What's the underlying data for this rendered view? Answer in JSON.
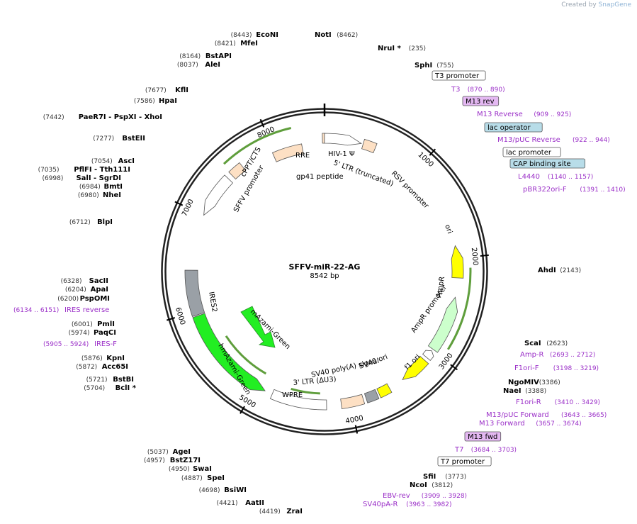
{
  "credit": {
    "prefix": "Created by",
    "brand": "SnapGene"
  },
  "plasmid": {
    "name": "SFFV-miR-22-AG",
    "length_label": "8542 bp",
    "total_bp": 8542
  },
  "ruler": [
    {
      "bp": 1000,
      "label": "1000"
    },
    {
      "bp": 2000,
      "label": "2000"
    },
    {
      "bp": 3000,
      "label": "3000"
    },
    {
      "bp": 4000,
      "label": "4000"
    },
    {
      "bp": 5000,
      "label": "5000"
    },
    {
      "bp": 6000,
      "label": "6000"
    },
    {
      "bp": 7000,
      "label": "7000"
    },
    {
      "bp": 8000,
      "label": "8000"
    }
  ],
  "colors": {
    "backbone": "#222222",
    "enzyme_text": "#000000",
    "pos_text": "#333333",
    "primer": "#9b30c8",
    "ori": "#ffff00",
    "ampr": "#ccffcc",
    "bright_green": "#22ee22",
    "ltr": "#fde0c4",
    "grey": "#9aa0a6",
    "white": "#ffffff",
    "protein_bind": "#b8dde9",
    "primer_box": "#e4b8f2",
    "orf_arrow": "#5f9e3c"
  },
  "enzymes": [
    {
      "name": "NotI",
      "pos": "(8462)",
      "side": "r"
    },
    {
      "name": "EcoNI",
      "pos": "(8443)",
      "side": "l"
    },
    {
      "name": "MfeI",
      "pos": "(8421)",
      "side": "l"
    },
    {
      "name": "BstAPI",
      "pos": "(8164)",
      "side": "l"
    },
    {
      "name": "AleI",
      "pos": "(8037)",
      "side": "l"
    },
    {
      "name": "KflI",
      "pos": "(7677)",
      "side": "l"
    },
    {
      "name": "HpaI",
      "pos": "(7586)",
      "side": "l"
    },
    {
      "name": "PaeR7I - PspXI - XhoI",
      "pos": "(7442)",
      "side": "l"
    },
    {
      "name": "BstEII",
      "pos": "(7277)",
      "side": "l"
    },
    {
      "name": "AscI",
      "pos": "(7054)",
      "side": "l"
    },
    {
      "name": "PflFI - Tth111I",
      "pos": "(7035)",
      "side": "l"
    },
    {
      "name": "SalI - SgrDI",
      "pos": "(6998)",
      "side": "l"
    },
    {
      "name": "BmtI",
      "pos": "(6984)",
      "side": "l"
    },
    {
      "name": "NheI",
      "pos": "(6980)",
      "side": "l"
    },
    {
      "name": "BlpI",
      "pos": "(6712)",
      "side": "l"
    },
    {
      "name": "SacII",
      "pos": "(6328)",
      "side": "l"
    },
    {
      "name": "ApaI",
      "pos": "(6204)",
      "side": "l"
    },
    {
      "name": "PspOMI",
      "pos": "(6200)",
      "side": "l"
    },
    {
      "name": "PmlI",
      "pos": "(6001)",
      "side": "l"
    },
    {
      "name": "PaqCI",
      "pos": "(5974)",
      "side": "l"
    },
    {
      "name": "KpnI",
      "pos": "(5876)",
      "side": "l"
    },
    {
      "name": "Acc65I",
      "pos": "(5872)",
      "side": "l"
    },
    {
      "name": "BstBI",
      "pos": "(5721)",
      "side": "l"
    },
    {
      "name": "BclI *",
      "pos": "(5704)",
      "side": "l"
    },
    {
      "name": "AgeI",
      "pos": "(5037)",
      "side": "l"
    },
    {
      "name": "BstZ17I",
      "pos": "(4957)",
      "side": "l"
    },
    {
      "name": "SwaI",
      "pos": "(4950)",
      "side": "l"
    },
    {
      "name": "SpeI",
      "pos": "(4887)",
      "side": "l"
    },
    {
      "name": "BsiWI",
      "pos": "(4698)",
      "side": "l"
    },
    {
      "name": "AatII",
      "pos": "(4421)",
      "side": "l"
    },
    {
      "name": "ZraI",
      "pos": "(4419)",
      "side": "l"
    },
    {
      "name": "NruI *",
      "pos": "(235)",
      "side": "r"
    },
    {
      "name": "SphI",
      "pos": "(755)",
      "side": "r"
    },
    {
      "name": "AhdI",
      "pos": "(2143)",
      "side": "r"
    },
    {
      "name": "ScaI",
      "pos": "(2623)",
      "side": "r"
    },
    {
      "name": "NgoMIV",
      "pos": "(3386)",
      "side": "r"
    },
    {
      "name": "NaeI",
      "pos": "(3388)",
      "side": "r"
    },
    {
      "name": "SfiI",
      "pos": "(3773)",
      "side": "r"
    },
    {
      "name": "NcoI",
      "pos": "(3812)",
      "side": "r"
    }
  ],
  "features_right": [
    {
      "name": "T3 promoter",
      "range": "",
      "style": "box-white"
    },
    {
      "name": "T3",
      "range": "(870 .. 890)",
      "style": "primer"
    },
    {
      "name": "M13 rev",
      "range": "",
      "style": "box-primer"
    },
    {
      "name": "M13 Reverse",
      "range": "(909 .. 925)",
      "style": "primer"
    },
    {
      "name": "lac operator",
      "range": "",
      "style": "box-blue"
    },
    {
      "name": "M13/pUC Reverse",
      "range": "(922 .. 944)",
      "style": "primer"
    },
    {
      "name": "lac promoter",
      "range": "",
      "style": "box-white"
    },
    {
      "name": "CAP binding site",
      "range": "",
      "style": "box-blue"
    },
    {
      "name": "L4440",
      "range": "(1140 .. 1157)",
      "style": "primer"
    },
    {
      "name": "pBR322ori-F",
      "range": "(1391 .. 1410)",
      "style": "primer"
    },
    {
      "name": "Amp-R",
      "range": "(2693 .. 2712)",
      "style": "primer"
    },
    {
      "name": "F1ori-F",
      "range": "(3198 .. 3219)",
      "style": "primer"
    },
    {
      "name": "F1ori-R",
      "range": "(3410 .. 3429)",
      "style": "primer"
    },
    {
      "name": "M13/pUC Forward",
      "range": "(3643 .. 3665)",
      "style": "primer"
    },
    {
      "name": "M13 Forward",
      "range": "(3657 .. 3674)",
      "style": "primer"
    },
    {
      "name": "M13 fwd",
      "range": "",
      "style": "box-primer"
    },
    {
      "name": "T7",
      "range": "(3684 .. 3703)",
      "style": "primer"
    },
    {
      "name": "T7 promoter",
      "range": "",
      "style": "box-white"
    },
    {
      "name": "EBV-rev",
      "range": "(3909 .. 3928)",
      "style": "primer"
    },
    {
      "name": "SV40pA-R",
      "range": "(3963 .. 3982)",
      "style": "primer"
    },
    {
      "name": "IRES reverse",
      "range": "(6134 .. 6151)",
      "style": "primer"
    },
    {
      "name": "IRES-F",
      "range": "(5905 .. 5924)",
      "style": "primer"
    }
  ],
  "inner_labels": [
    {
      "name": "RRE"
    },
    {
      "name": "gp41 peptide"
    },
    {
      "name": "cPPT/CTS"
    },
    {
      "name": "SFFV promoter"
    },
    {
      "name": "HIV-1 Ψ"
    },
    {
      "name": "5' LTR (truncated)"
    },
    {
      "name": "RSV promoter"
    },
    {
      "name": "ori"
    },
    {
      "name": "AmpR"
    },
    {
      "name": "AmpR promoter"
    },
    {
      "name": "f1 ori"
    },
    {
      "name": "SV40 ori"
    },
    {
      "name": "SV40 poly(A) signal"
    },
    {
      "name": "3' LTR (ΔU3)"
    },
    {
      "name": "WPRE"
    },
    {
      "name": "hmAzami-Green"
    },
    {
      "name": "mAzami-Green"
    },
    {
      "name": "IRES2"
    }
  ]
}
